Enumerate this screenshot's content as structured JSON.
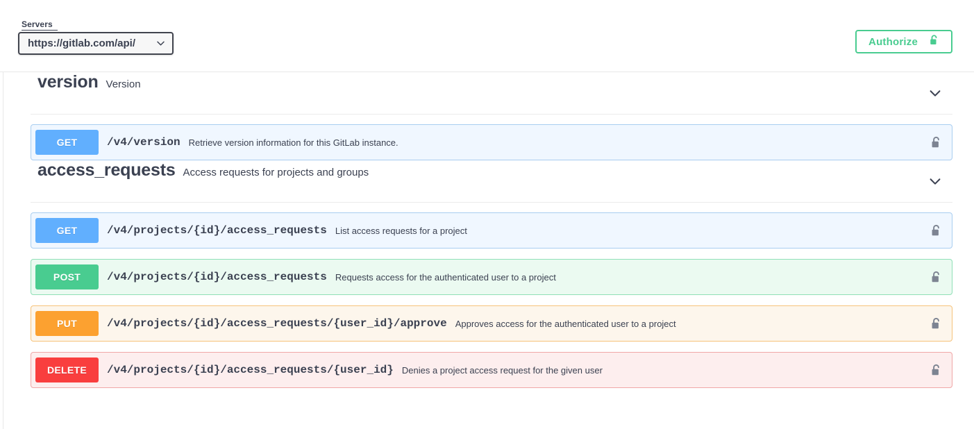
{
  "topbar": {
    "servers_label": "Servers",
    "server_value": "https://gitlab.com/api/",
    "server_caret_icon": "chevron-down-icon",
    "authorize_label": "Authorize",
    "authorize_icon": "unlocked-padlock-icon"
  },
  "sections": [
    {
      "id": "version",
      "title": "version",
      "description": "Version",
      "toggle_icon": "chevron-down-icon",
      "operations": [
        {
          "method": "GET",
          "method_class": "get",
          "path": "/v4/version",
          "summary": "Retrieve version information for this GitLab instance.",
          "lock_icon": "unlocked-padlock-icon"
        }
      ]
    },
    {
      "id": "access_requests",
      "title": "access_requests",
      "description": "Access requests for projects and groups",
      "toggle_icon": "chevron-down-icon",
      "operations": [
        {
          "method": "GET",
          "method_class": "get",
          "path": "/v4/projects/{id}/access_requests",
          "summary": "List access requests for a project",
          "lock_icon": "unlocked-padlock-icon"
        },
        {
          "method": "POST",
          "method_class": "post",
          "path": "/v4/projects/{id}/access_requests",
          "summary": "Requests access for the authenticated user to a project",
          "lock_icon": "unlocked-padlock-icon"
        },
        {
          "method": "PUT",
          "method_class": "put",
          "path": "/v4/projects/{id}/access_requests/{user_id}/approve",
          "summary": "Approves access for the authenticated user to a project",
          "lock_icon": "unlocked-padlock-icon"
        },
        {
          "method": "DELETE",
          "method_class": "delete",
          "path": "/v4/projects/{id}/access_requests/{user_id}",
          "summary": "Denies a project access request for the given user",
          "lock_icon": "unlocked-padlock-icon"
        }
      ]
    }
  ],
  "colors": {
    "get": "#61affe",
    "post": "#49cc90",
    "put": "#fca130",
    "delete": "#f93e3e",
    "authorize_green": "#49cc90",
    "text": "#3b4151"
  }
}
